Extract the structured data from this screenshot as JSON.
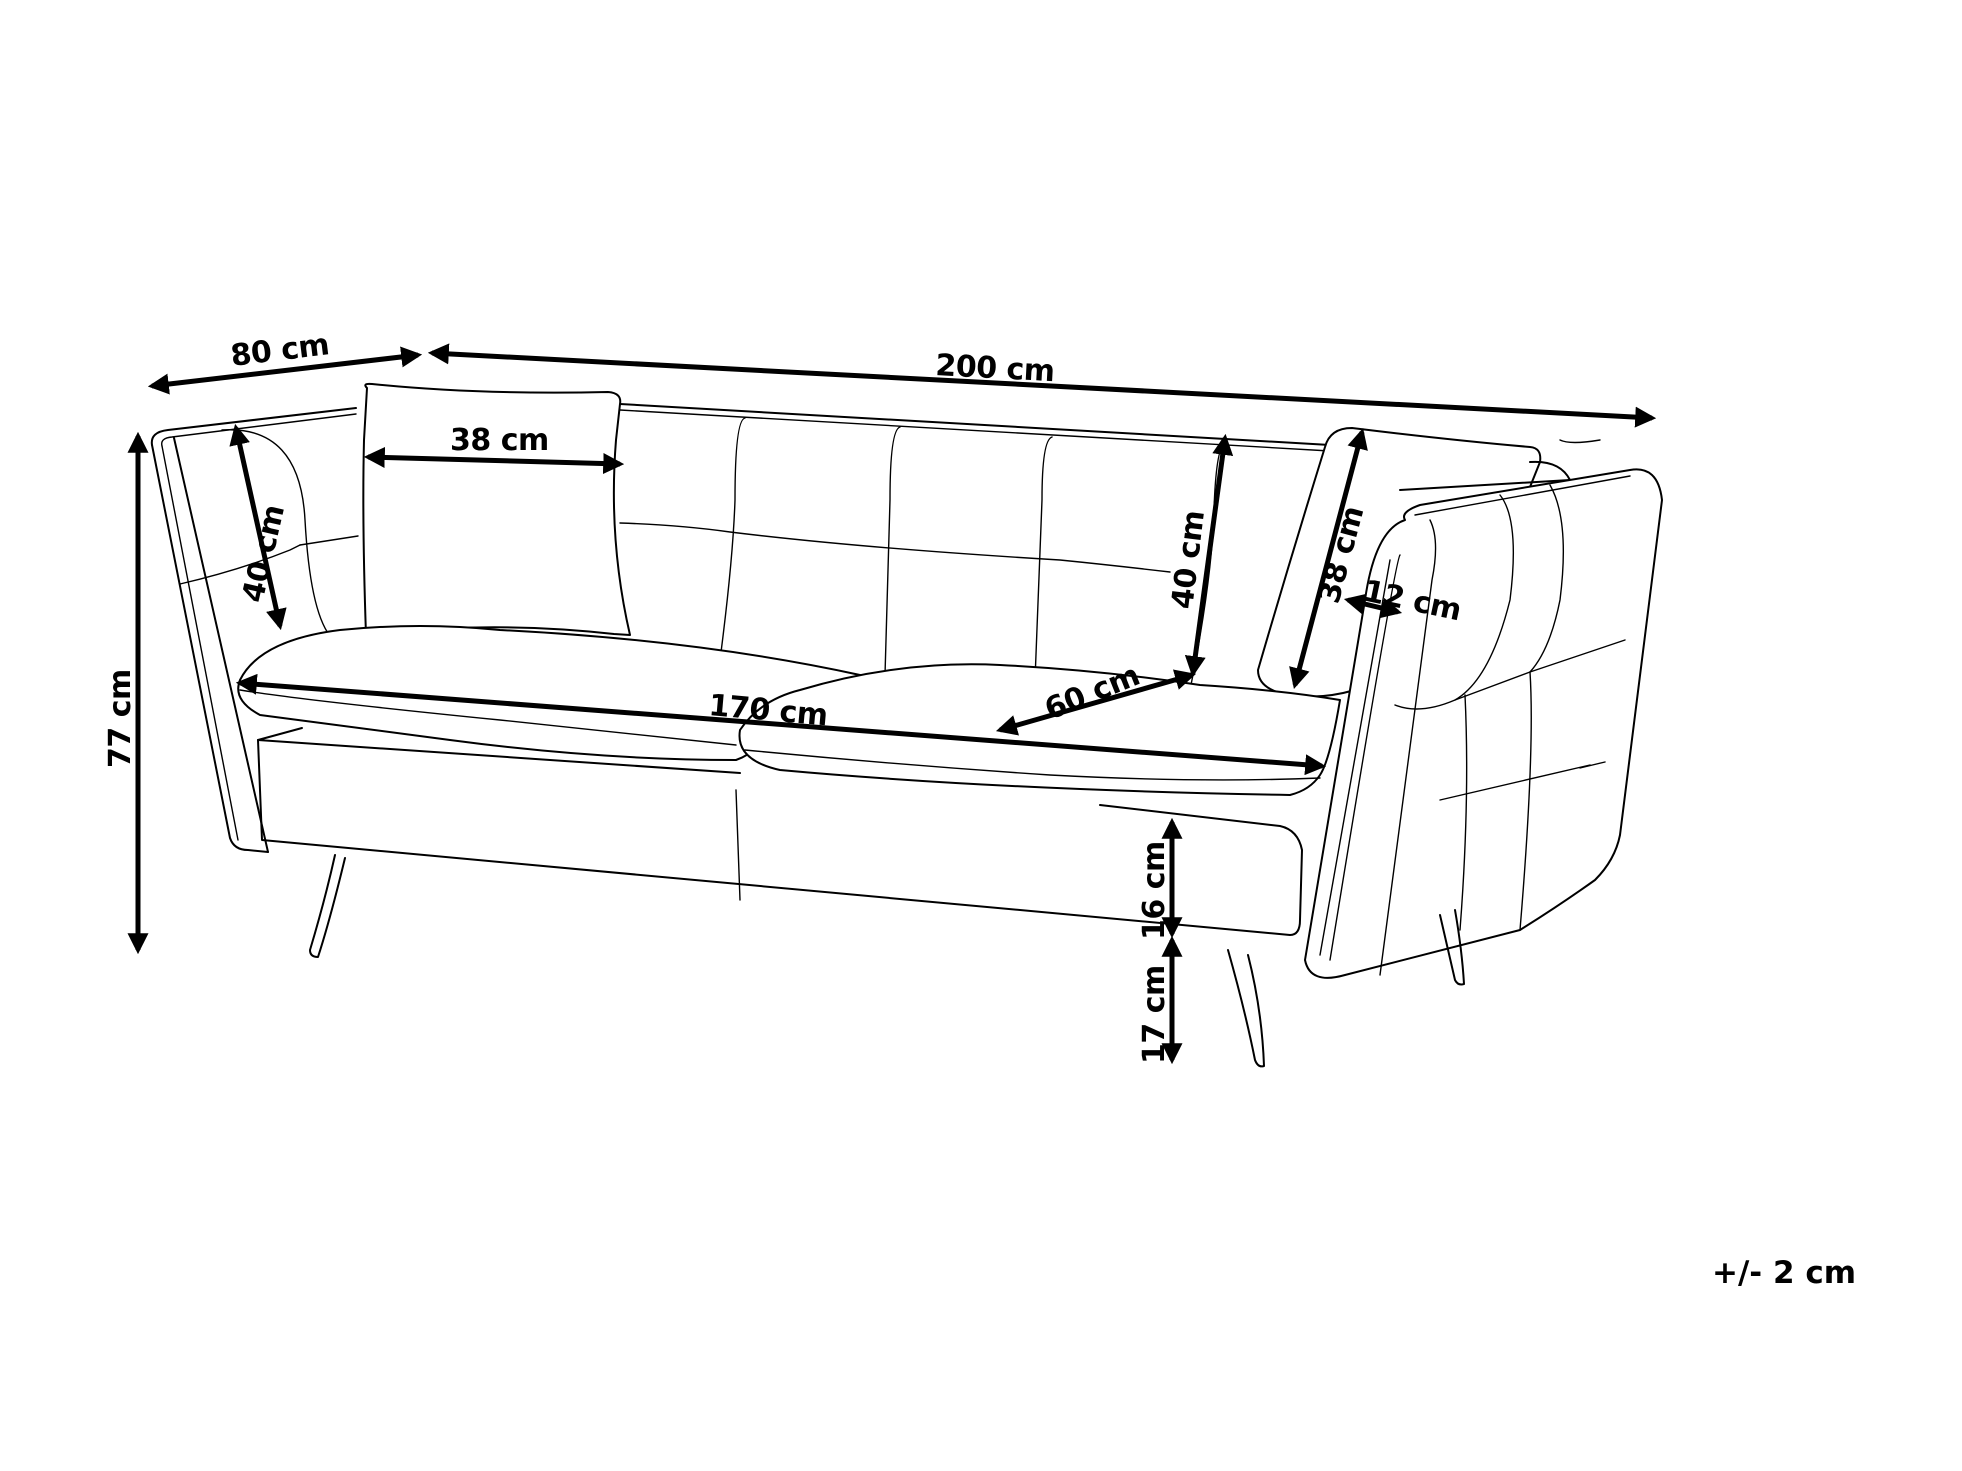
{
  "diagram": {
    "subject": "sofa",
    "style": "line drawing with dimension arrows",
    "colors": {
      "line": "#000000",
      "background": "#ffffff"
    },
    "dimensions": {
      "depth": "80 cm",
      "width": "200 cm",
      "height": "77 cm",
      "back_height_left": "40 cm",
      "pillow_width": "38 cm",
      "back_height_right": "40 cm",
      "pillow_height": "38 cm",
      "armrest_width": "12 cm",
      "seat_width": "170 cm",
      "seat_depth": "60 cm",
      "frame_height": "16 cm",
      "leg_height": "17 cm"
    },
    "tolerance": "+/- 2 cm"
  }
}
